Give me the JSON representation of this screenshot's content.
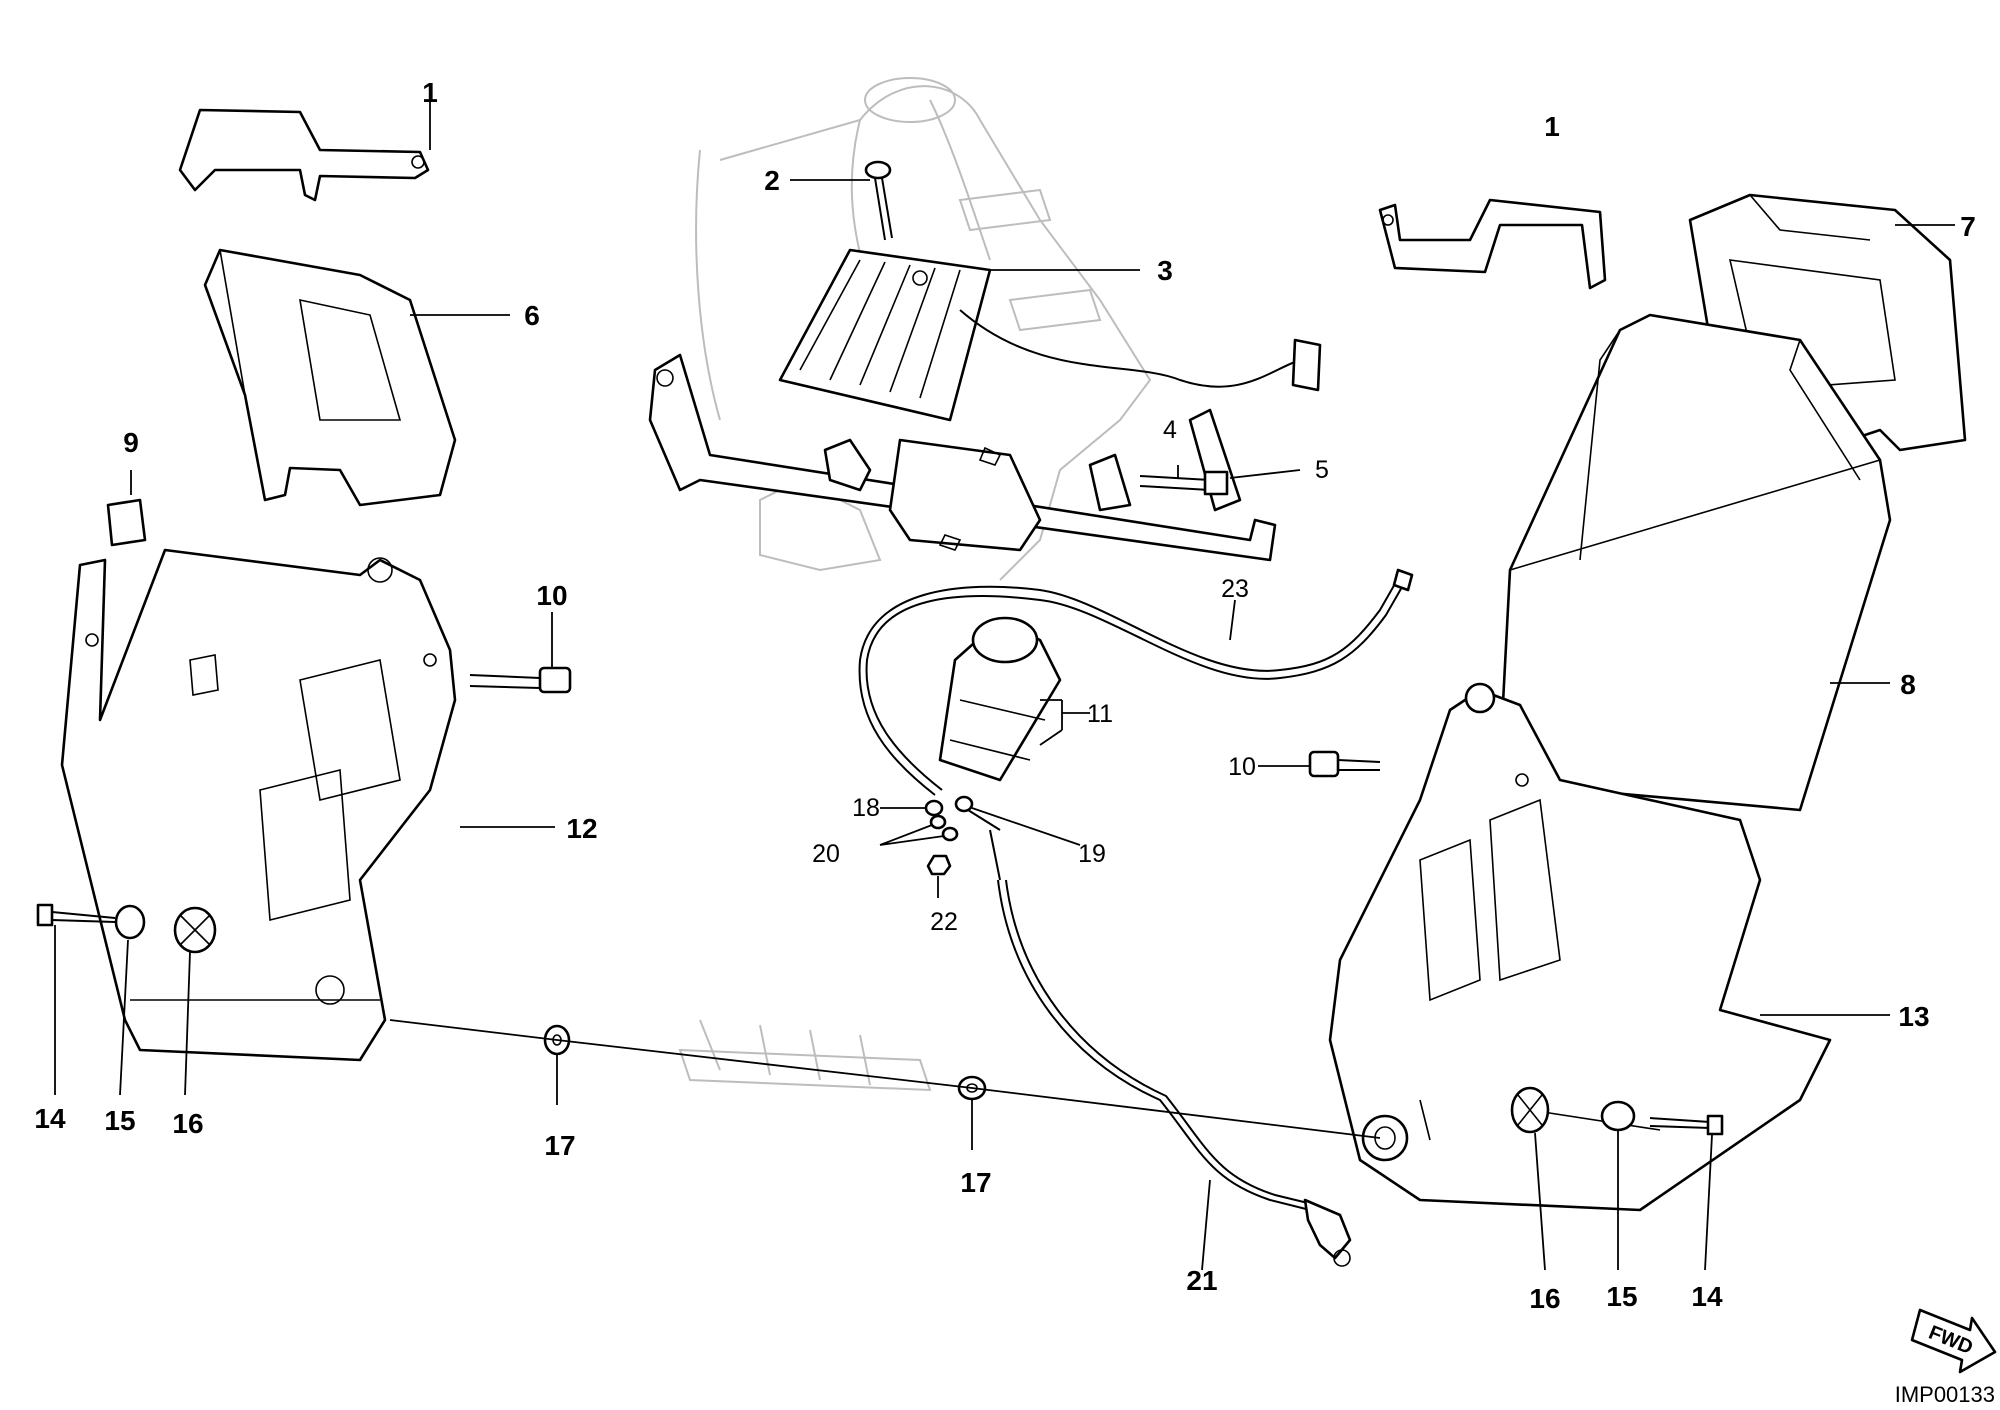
{
  "callouts": [
    {
      "id": "c1a",
      "text": "1",
      "style": "bold"
    },
    {
      "id": "c1b",
      "text": "1",
      "style": "bold"
    },
    {
      "id": "c2",
      "text": "2",
      "style": "bold"
    },
    {
      "id": "c3",
      "text": "3",
      "style": "bold"
    },
    {
      "id": "c4",
      "text": "4",
      "style": "normal"
    },
    {
      "id": "c5",
      "text": "5",
      "style": "normal"
    },
    {
      "id": "c6",
      "text": "6",
      "style": "bold"
    },
    {
      "id": "c7",
      "text": "7",
      "style": "bold"
    },
    {
      "id": "c8",
      "text": "8",
      "style": "bold"
    },
    {
      "id": "c9",
      "text": "9",
      "style": "bold"
    },
    {
      "id": "c10a",
      "text": "10",
      "style": "bold"
    },
    {
      "id": "c10b",
      "text": "10",
      "style": "normal"
    },
    {
      "id": "c11",
      "text": "11",
      "style": "normal"
    },
    {
      "id": "c12",
      "text": "12",
      "style": "bold"
    },
    {
      "id": "c13",
      "text": "13",
      "style": "bold"
    },
    {
      "id": "c14a",
      "text": "14",
      "style": "bold"
    },
    {
      "id": "c14b",
      "text": "14",
      "style": "bold"
    },
    {
      "id": "c15a",
      "text": "15",
      "style": "bold"
    },
    {
      "id": "c15b",
      "text": "15",
      "style": "bold"
    },
    {
      "id": "c16a",
      "text": "16",
      "style": "bold"
    },
    {
      "id": "c16b",
      "text": "16",
      "style": "bold"
    },
    {
      "id": "c17a",
      "text": "17",
      "style": "bold"
    },
    {
      "id": "c17b",
      "text": "17",
      "style": "bold"
    },
    {
      "id": "c18",
      "text": "18",
      "style": "normal"
    },
    {
      "id": "c19",
      "text": "19",
      "style": "normal"
    },
    {
      "id": "c20",
      "text": "20",
      "style": "normal"
    },
    {
      "id": "c21",
      "text": "21",
      "style": "bold"
    },
    {
      "id": "c22",
      "text": "22",
      "style": "normal"
    },
    {
      "id": "c23",
      "text": "23",
      "style": "normal"
    }
  ],
  "forward_arrow_text": "FWD",
  "image_reference": "IMP00133"
}
